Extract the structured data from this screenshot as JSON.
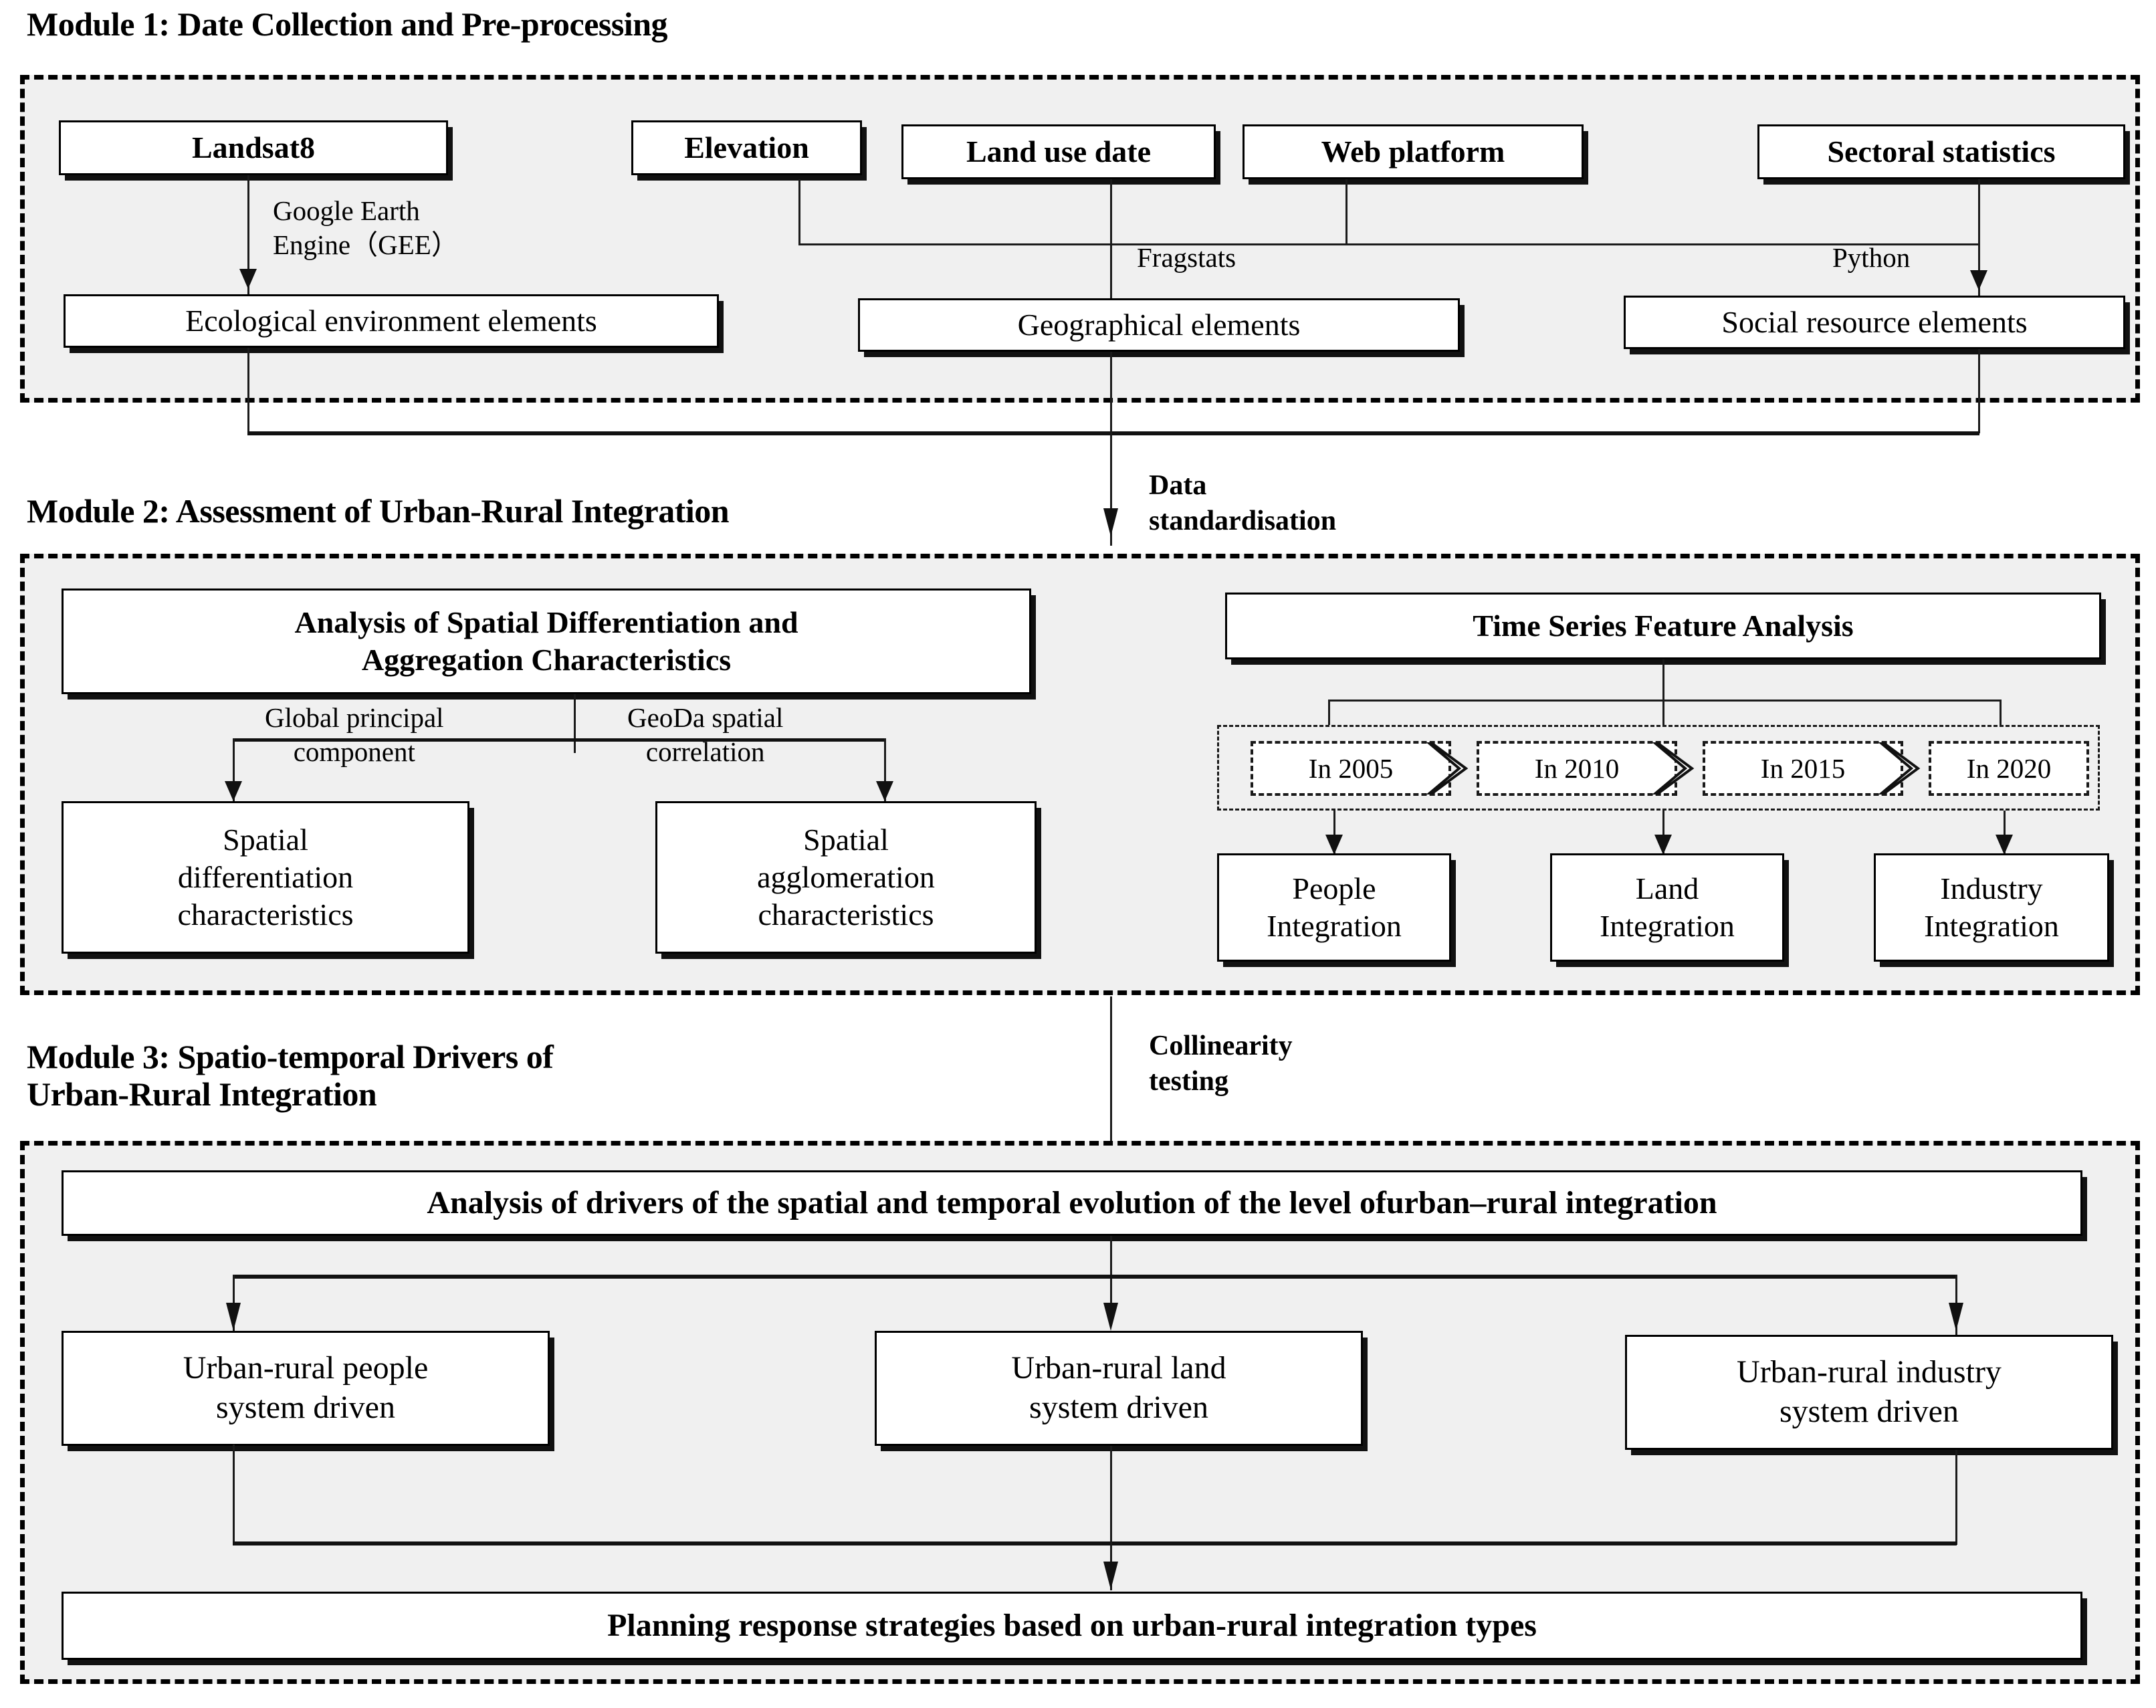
{
  "figure": {
    "type": "flowchart",
    "title": "Research framework for urban-rural integration assessment"
  },
  "modules": [
    {
      "id": "module1",
      "title": "Module 1: Date Collection and Pre-processing",
      "sources": [
        {
          "label": "Landsat8"
        },
        {
          "label": "Elevation"
        },
        {
          "label": "Land use date"
        },
        {
          "label": "Web  platform"
        },
        {
          "label": "Sectoral statistics"
        }
      ],
      "methods": [
        {
          "label": "Google Earth\nEngine（GEE）"
        },
        {
          "label": "Fragstats"
        },
        {
          "label": "Python"
        }
      ],
      "elements": [
        {
          "label": "Ecological environment elements"
        },
        {
          "label": "Geographical elements"
        },
        {
          "label": "Social resource elements"
        }
      ]
    },
    {
      "id": "module2",
      "title": "Module 2: Assessment of Urban-Rural Integration",
      "left_header": "Analysis of Spatial Differentiation and\nAggregation Characteristics",
      "right_header": "Time Series Feature Analysis",
      "left_methods": [
        {
          "label": "Global principal\ncomponent"
        },
        {
          "label": "GeoDa spatial\ncorrelation"
        }
      ],
      "left_outputs": [
        {
          "label": "Spatial\ndifferentiation\ncharacteristics"
        },
        {
          "label": "Spatial\nagglomeration\ncharacteristics"
        }
      ],
      "timeline": [
        {
          "label": "In 2005"
        },
        {
          "label": "In 2010"
        },
        {
          "label": "In 2015"
        },
        {
          "label": "In 2020"
        }
      ],
      "right_outputs": [
        {
          "label": "People\nIntegration"
        },
        {
          "label": "Land\nIntegration"
        },
        {
          "label": "Industry\nIntegration"
        }
      ]
    },
    {
      "id": "module3",
      "title": "Module 3: Spatio-temporal Drivers of\nUrban-Rural Integration",
      "header": "Analysis of  drivers of the spatial and temporal evolution of the level ofurban–rural integration",
      "drivers": [
        {
          "label": "Urban-rural people\nsystem driven"
        },
        {
          "label": "Urban-rural land\nsystem driven"
        },
        {
          "label": "Urban-rural industry\nsystem driven"
        }
      ],
      "footer": "Planning response strategies based on urban-rural integration types"
    }
  ],
  "connector_labels": {
    "data_standardisation": "Data\nstandardisation",
    "collinearity_testing": "Collinearity\ntesting"
  },
  "colors": {
    "panel_background": "#f0f0f0",
    "page_background": "#ffffff",
    "node_fill": "#ffffff",
    "stroke": "#000000",
    "line": "#1b1b1b"
  }
}
